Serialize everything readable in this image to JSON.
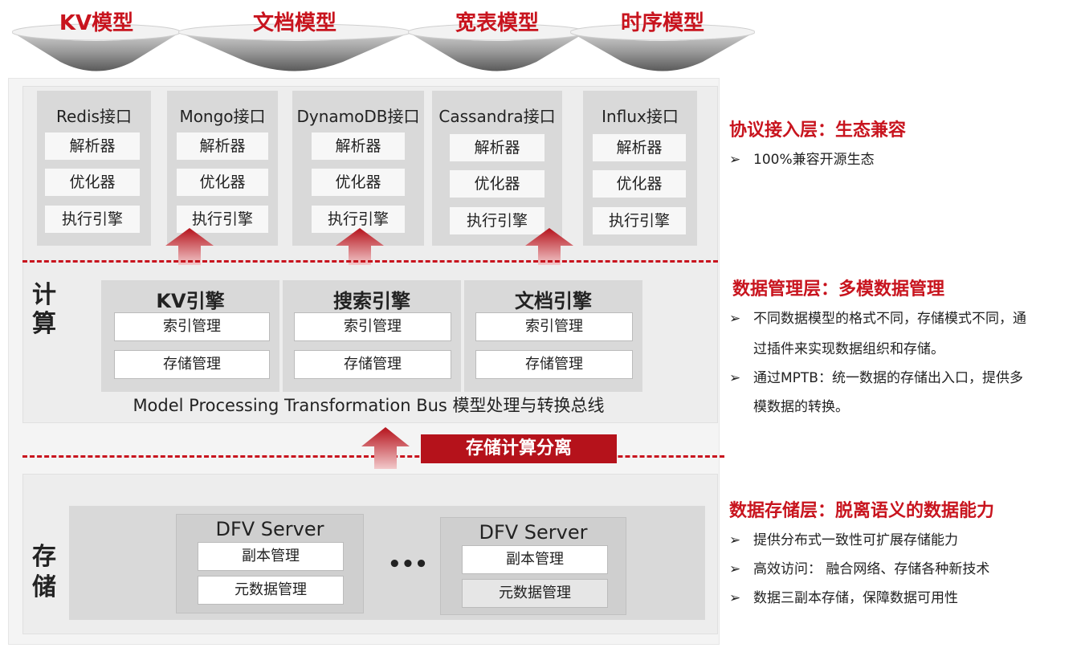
{
  "models": [
    "KV模型",
    "文档模型",
    "宽表模型",
    "时序模型"
  ],
  "interfaces": [
    {
      "title": "Redis接口",
      "items": [
        "解析器",
        "优化器",
        "执行引擎"
      ]
    },
    {
      "title": "Mongo接口",
      "items": [
        "解析器",
        "优化器",
        "执行引擎"
      ]
    },
    {
      "title": "DynamoDB接口",
      "items": [
        "解析器",
        "优化器",
        "执行引擎"
      ]
    },
    {
      "title": "Cassandra接口",
      "items": [
        "解析器",
        "优化器",
        "执行引擎"
      ]
    },
    {
      "title": "Influx接口",
      "items": [
        "解析器",
        "优化器",
        "执行引擎"
      ]
    }
  ],
  "compute_label": [
    "计",
    "算"
  ],
  "engines": [
    {
      "title": "KV引擎",
      "items": [
        "索引管理",
        "存储管理"
      ]
    },
    {
      "title": "搜索引擎",
      "items": [
        "索引管理",
        "存储管理"
      ]
    },
    {
      "title": "文档引擎",
      "items": [
        "索引管理",
        "存储管理"
      ]
    }
  ],
  "bus_label": "Model Processing Transformation Bus 模型处理与转换总线",
  "separation_label": "存储计算分离",
  "storage_label": [
    "存",
    "储"
  ],
  "servers": [
    {
      "title": "DFV Server",
      "items": [
        "副本管理",
        "元数据管理"
      ]
    },
    {
      "title": "DFV Server",
      "items": [
        "副本管理",
        "元数据管理"
      ]
    }
  ],
  "ellipsis": "•••",
  "sections": [
    {
      "title": "协议接入层：生态兼容",
      "bullets": [
        "100%兼容开源生态"
      ]
    },
    {
      "title": "数据管理层：多模数据管理",
      "bullets": [
        "不同数据模型的格式不同，存储模式不同，通",
        "过插件来实现数据组织和存储。",
        "通过MPTB：统一数据的存储出入口，提供多",
        "模数据的转换。"
      ]
    },
    {
      "title": "数据存储层：脱离语义的数据能力",
      "bullets": [
        "提供分布式一致性可扩展存储能力",
        "高效访问： 融合网络、存储各种新技术",
        "数据三副本存储，保障数据可用性"
      ]
    }
  ],
  "bullet_marker": "➢",
  "colors": {
    "accent": "#c8141e",
    "banner": "#b5121b",
    "box": "#d9d9d9"
  }
}
